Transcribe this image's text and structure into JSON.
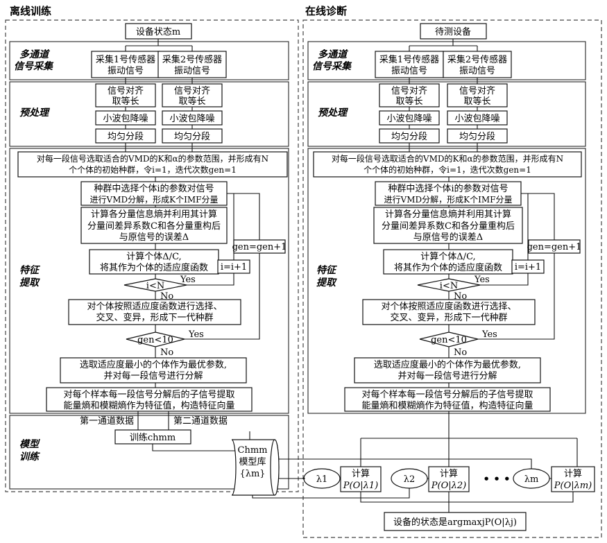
{
  "titles": {
    "offline": "离线训练",
    "online": "在线诊断"
  },
  "left": {
    "top": "设备状态m",
    "sections": {
      "acq": [
        "多通道",
        "信号采集"
      ],
      "pre": "预处理",
      "feat": [
        "特征",
        "提取"
      ],
      "model": [
        "模型",
        "训练"
      ]
    },
    "sensor1": [
      "采集1号传感器",
      "振动信号"
    ],
    "sensor2": [
      "采集2号传感器",
      "振动信号"
    ],
    "align": [
      "信号对齐",
      "取等长"
    ],
    "denoise": "小波包降噪",
    "segment": "均匀分段",
    "init": [
      "对每一段信号选取适合的VMD的K和α的参数范围，并形成有N",
      "个个体的初始种群，令i=1，迭代次数gen=1"
    ],
    "select_ind": [
      "种群中选择个体i的参数对信号",
      "进行VMD分解，形成K个IMF分量"
    ],
    "entropy": [
      "计算各分量信息熵并利用其计算",
      "分量间差异系数C和各分量重构后",
      "与原信号的误差Δ"
    ],
    "fitness": [
      "计算个体Δ/C,",
      "将其作为个体的适应度函数"
    ],
    "cond_i": "i<N",
    "inc_i": "i=i+1",
    "inc_gen": "gen=gen+1",
    "yes": "Yes",
    "no": "No",
    "evolve": [
      "对个体按照适应度函数进行选择、",
      "交叉、变异，形成下一代种群"
    ],
    "cond_gen": "gen<10",
    "optimal": [
      "选取适应度最小的个体作为最优参数,",
      "并对每一段信号进行分解"
    ],
    "features": [
      "对每个样本每一段信号分解后的子信号提取",
      "能量熵和模糊熵作为特征值，构造特征向量"
    ],
    "ch1": "第一通道数据",
    "ch2": "第二通道数据",
    "train": "训练chmm",
    "library": [
      "Chmm",
      "模型库",
      "{λm}"
    ]
  },
  "right": {
    "top": "待测设备",
    "sections": {
      "acq": [
        "多通道",
        "信号采集"
      ],
      "pre": "预处理",
      "feat": [
        "特征",
        "提取"
      ]
    },
    "sensor1": [
      "采集1号传感器",
      "振动信号"
    ],
    "sensor2": [
      "采集2号传感器",
      "振动信号"
    ],
    "align": [
      "信号对齐",
      "取等长"
    ],
    "denoise": "小波包降噪",
    "segment": "均匀分段",
    "init": [
      "对每一段信号选取适合的VMD的K和α的参数范围，并形成有N",
      "个个体的初始种群，令i=1，迭代次数gen=1"
    ],
    "select_ind": [
      "种群中选择个体i的参数对信号",
      "进行VMD分解，形成K个IMF分量"
    ],
    "entropy": [
      "计算各分量信息熵并利用其计算",
      "分量间差异系数C和各分量重构后",
      "与原信号的误差Δ"
    ],
    "fitness": [
      "计算个体Δ/C,",
      "将其作为个体的适应度函数"
    ],
    "cond_i": "i<N",
    "inc_i": "i=i+1",
    "inc_gen": "gen=gen+1",
    "yes": "Yes",
    "no": "No",
    "evolve": [
      "对个体按照适应度函数进行选择、",
      "交叉、变异，形成下一代种群"
    ],
    "cond_gen": "gen<10",
    "optimal": [
      "选取适应度最小的个体作为最优参数,",
      "并对每一段信号进行分解"
    ],
    "features": [
      "对每个样本每一段信号分解后的子信号提取",
      "能量熵和模糊熵作为特征值，构造特征向量"
    ],
    "lambda1": "λ1",
    "lambda2": "λ2",
    "lambdam": "λm",
    "calc": "计算",
    "p1": "P(O|λ1)",
    "p2": "P(O|λ2)",
    "pm": "P(O|λm)",
    "ellipsis": "• • •",
    "result": "设备的状态是argmaxjP(O|λj)"
  }
}
